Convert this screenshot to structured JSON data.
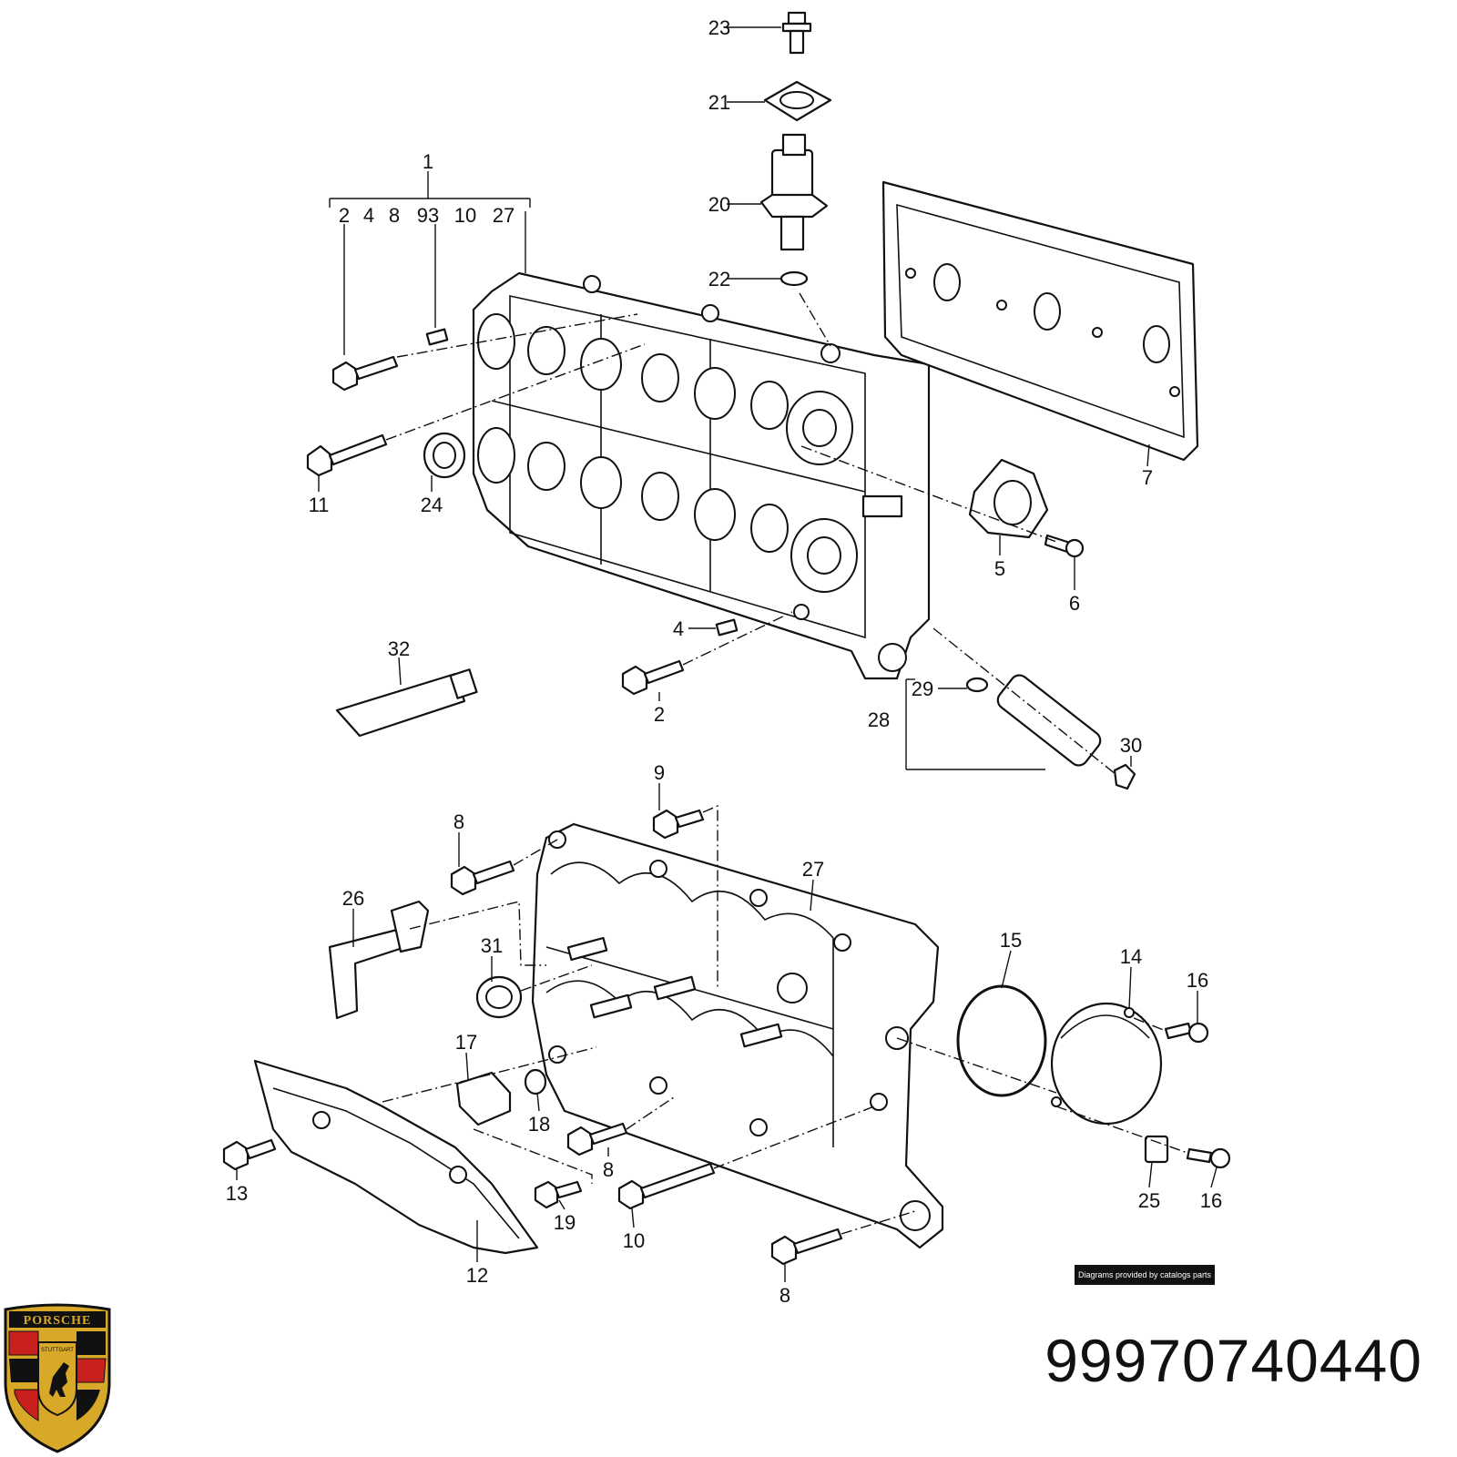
{
  "labels": {
    "p1": "1",
    "p2_group": "2",
    "p4_group": "4",
    "p8_group": "8",
    "p93_group": "93",
    "p10_group": "10",
    "p27_group": "27",
    "p23": "23",
    "p21": "21",
    "p20": "20",
    "p22": "22",
    "p7": "7",
    "p11": "11",
    "p24": "24",
    "p5": "5",
    "p6": "6",
    "p4": "4",
    "p2": "2",
    "p32": "32",
    "p29": "29",
    "p28": "28",
    "p30": "30",
    "p9": "9",
    "p8_a": "8",
    "p27": "27",
    "p26": "26",
    "p31": "31",
    "p17": "17",
    "p18": "18",
    "p15": "15",
    "p14": "14",
    "p16_a": "16",
    "p13": "13",
    "p8_b": "8",
    "p12": "12",
    "p19": "19",
    "p10": "10",
    "p25": "25",
    "p16_b": "16",
    "p8_c": "8"
  },
  "part_number": "99970740440",
  "credit": "Diagrams provided by catalogs parts",
  "logo": {
    "brand": "PORSCHE",
    "city": "STUTTGART",
    "colors": {
      "gold": "#d8a928",
      "red": "#c8201e",
      "black": "#111111"
    }
  }
}
